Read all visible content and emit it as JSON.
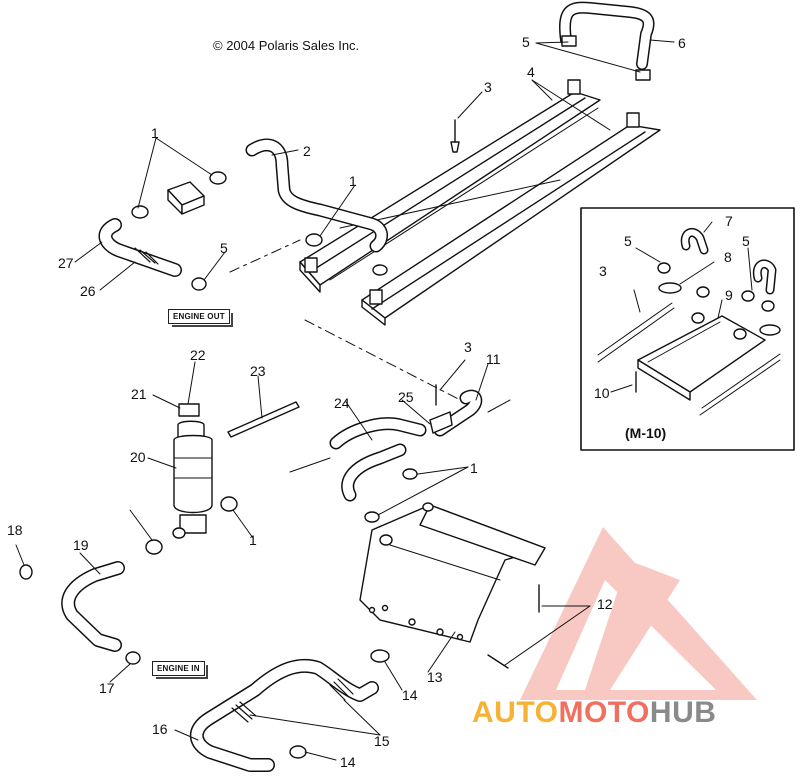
{
  "copyright": "© 2004 Polaris Sales Inc.",
  "tags": {
    "engine_out": "ENGINE OUT",
    "engine_in": "ENGINE IN"
  },
  "inset_label": "(M-10)",
  "watermark": {
    "part1": "AUTO",
    "part2": "MOTO",
    "part3": "HUB",
    "color1": "#f7b234",
    "color2": "#f07060",
    "color3": "#8a8a8a"
  },
  "callouts": [
    "1",
    "2",
    "3",
    "4",
    "5",
    "6",
    "7",
    "8",
    "9",
    "10",
    "11",
    "12",
    "13",
    "14",
    "15",
    "16",
    "17",
    "18",
    "19",
    "20",
    "21",
    "22",
    "23",
    "24",
    "25",
    "26",
    "27"
  ]
}
